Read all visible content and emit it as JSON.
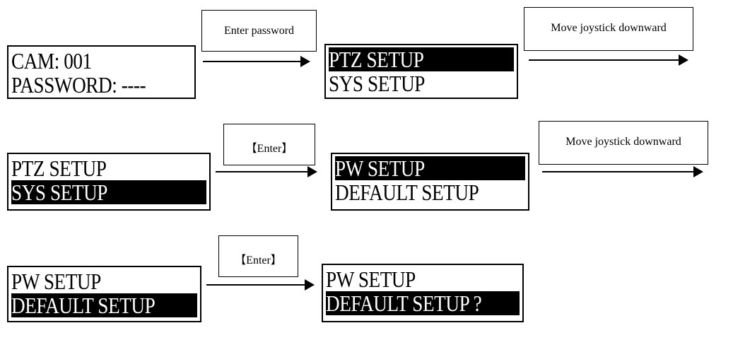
{
  "row1": {
    "screen_a": {
      "line1": "CAM: 001",
      "line2": "PASSWORD: ----"
    },
    "step_label": "Enter password",
    "screen_b": {
      "line1": "PTZ SETUP",
      "line2": "SYS SETUP",
      "highlighted": "line1"
    },
    "next_label": "Move joystick downward"
  },
  "row2": {
    "screen_a": {
      "line1": "PTZ SETUP",
      "line2": "SYS SETUP",
      "highlighted": "line2"
    },
    "step_label": "【Enter】",
    "screen_b": {
      "line1": "PW SETUP",
      "line2": "DEFAULT SETUP",
      "highlighted": "line1"
    },
    "next_label": "Move joystick downward"
  },
  "row3": {
    "screen_a": {
      "line1": "PW SETUP",
      "line2": "DEFAULT SETUP",
      "highlighted": "line2"
    },
    "step_label": "【Enter】",
    "screen_b": {
      "line1": "PW SETUP",
      "line2": "DEFAULT SETUP ?",
      "highlighted": "line2"
    }
  }
}
